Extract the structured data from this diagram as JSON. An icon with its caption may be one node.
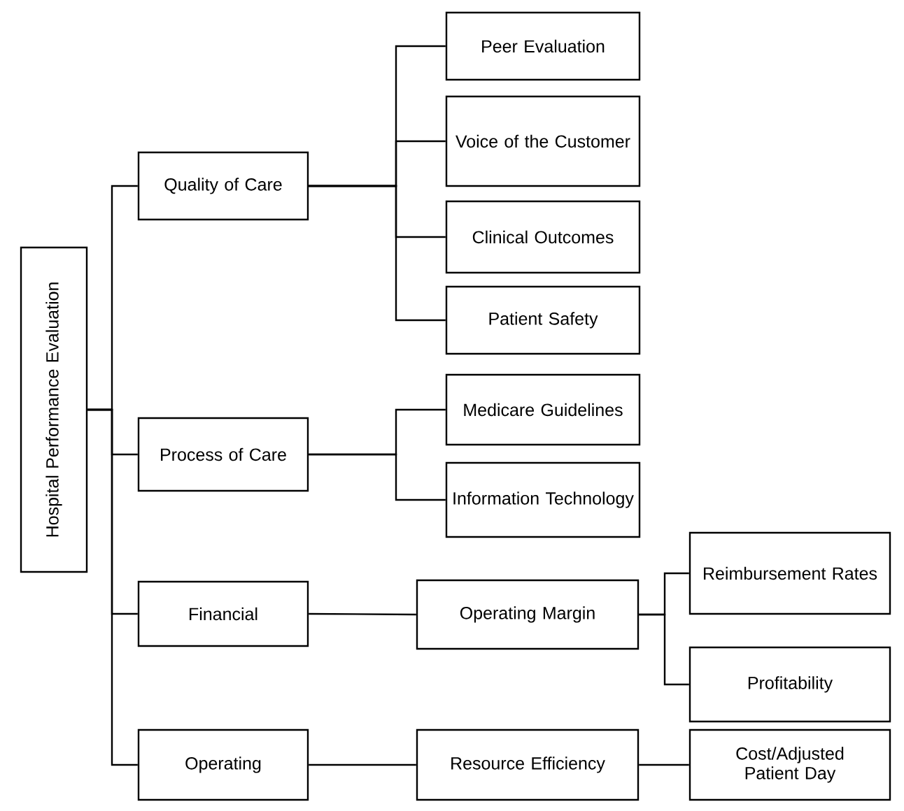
{
  "diagram": {
    "nodes": [
      {
        "text": [
          "Hospital Performance Evaluation"
        ]
      },
      {
        "text": [
          "Quality of Care"
        ]
      },
      {
        "text": [
          "Peer Evaluation"
        ]
      },
      {
        "text": [
          "Voice of the Customer"
        ]
      },
      {
        "text": [
          "Clinical Outcomes"
        ]
      },
      {
        "text": [
          "Patient Safety"
        ]
      },
      {
        "text": [
          "Process of Care"
        ]
      },
      {
        "text": [
          "Medicare Guidelines"
        ]
      },
      {
        "text": [
          "Information Technology"
        ]
      },
      {
        "text": [
          "Financial"
        ]
      },
      {
        "text": [
          "Operating Margin"
        ]
      },
      {
        "text": [
          "Reimbursement Rates"
        ]
      },
      {
        "text": [
          "Profitability"
        ]
      },
      {
        "text": [
          "Operating"
        ]
      },
      {
        "text": [
          "Resource Efficiency"
        ]
      },
      {
        "text": [
          "Cost/Adjusted Patient Day"
        ]
      }
    ],
    "edges": [
      {
        "from": 0,
        "to": 1,
        "arrow": "none"
      },
      {
        "from": 0,
        "to": 6,
        "arrow": "none"
      },
      {
        "from": 0,
        "to": 9,
        "arrow": "none"
      },
      {
        "from": 0,
        "to": 13,
        "arrow": "none"
      },
      {
        "from": 1,
        "to": 2,
        "arrow": "none"
      },
      {
        "from": 1,
        "to": 3,
        "arrow": "none"
      },
      {
        "from": 1,
        "to": 4,
        "arrow": "none"
      },
      {
        "from": 1,
        "to": 5,
        "arrow": "none"
      },
      {
        "from": 6,
        "to": 7,
        "arrow": "none"
      },
      {
        "from": 6,
        "to": 8,
        "arrow": "none"
      },
      {
        "from": 9,
        "to": 10,
        "arrow": "none"
      },
      {
        "from": 10,
        "to": 11,
        "arrow": "none"
      },
      {
        "from": 10,
        "to": 12,
        "arrow": "none"
      },
      {
        "from": 13,
        "to": 14,
        "arrow": "none"
      },
      {
        "from": 14,
        "to": 15,
        "arrow": "none"
      }
    ]
  }
}
